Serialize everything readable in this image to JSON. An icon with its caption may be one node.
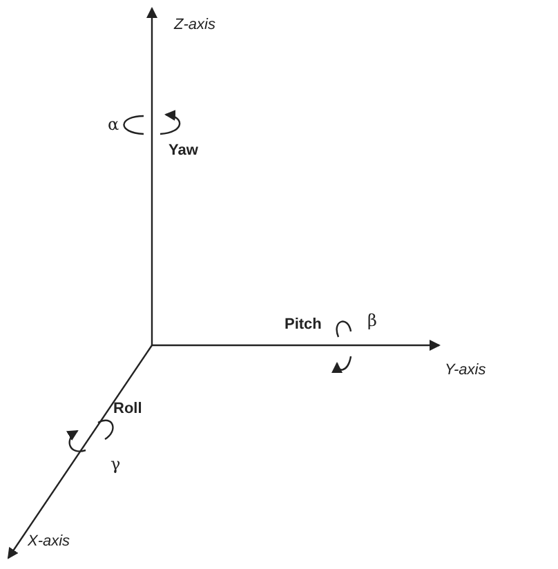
{
  "diagram": {
    "labels": [
      "Z-axis",
      "α",
      "Yaw",
      "Pitch",
      "β",
      "Y-axis",
      "Roll",
      "γ",
      "X-axis"
    ]
  }
}
